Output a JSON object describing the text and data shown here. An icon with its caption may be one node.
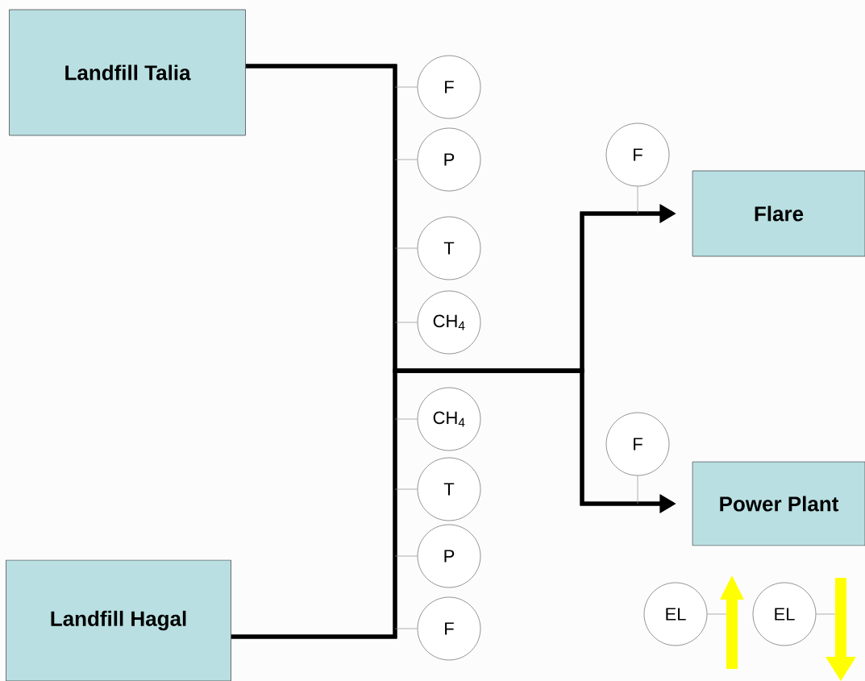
{
  "diagram": {
    "nodes": [
      {
        "text": [
          "Landfill Talia"
        ]
      },
      {
        "text": [
          "Landfill Hagal"
        ]
      },
      {
        "text": [
          "Flare"
        ]
      },
      {
        "text": [
          "Power Plant"
        ]
      },
      {
        "text": [
          "F"
        ]
      },
      {
        "text": [
          "P"
        ]
      },
      {
        "text": [
          "T"
        ]
      },
      {
        "text": [
          "CH$_{4}$"
        ]
      },
      {
        "text": [
          "CH$_{4}$"
        ]
      },
      {
        "text": [
          "T"
        ]
      },
      {
        "text": [
          "P"
        ]
      },
      {
        "text": [
          "F"
        ]
      },
      {
        "text": [
          "F"
        ]
      },
      {
        "text": [
          "F"
        ]
      },
      {
        "text": [
          "EL"
        ]
      },
      {
        "text": [
          "EL"
        ]
      },
      {
        "text": [],
        "shape": "arrow"
      },
      {
        "text": [],
        "shape": "arrow"
      }
    ],
    "edges": [
      {
        "from": 0,
        "to": 2,
        "arrow": "to",
        "style": "thick",
        "color": "#000000"
      },
      {
        "from": 0,
        "to": 3,
        "arrow": "to",
        "style": "thick",
        "color": "#000000"
      },
      {
        "from": 1,
        "to": 2,
        "arrow": "to",
        "style": "thick",
        "color": "#000000"
      },
      {
        "from": 1,
        "to": 3,
        "arrow": "to",
        "style": "thick",
        "color": "#000000"
      },
      {
        "from": 4,
        "to": null,
        "arrow": "none"
      },
      {
        "from": 5,
        "to": null,
        "arrow": "none"
      },
      {
        "from": 6,
        "to": null,
        "arrow": "none"
      },
      {
        "from": 7,
        "to": null,
        "arrow": "none"
      },
      {
        "from": 8,
        "to": null,
        "arrow": "none"
      },
      {
        "from": 9,
        "to": null,
        "arrow": "none"
      },
      {
        "from": 10,
        "to": null,
        "arrow": "none"
      },
      {
        "from": 11,
        "to": null,
        "arrow": "none"
      },
      {
        "from": 12,
        "to": null,
        "arrow": "none"
      },
      {
        "from": 13,
        "to": null,
        "arrow": "none"
      },
      {
        "from": 14,
        "to": 16,
        "arrow": "none"
      },
      {
        "from": 15,
        "to": 17,
        "arrow": "none"
      }
    ]
  }
}
